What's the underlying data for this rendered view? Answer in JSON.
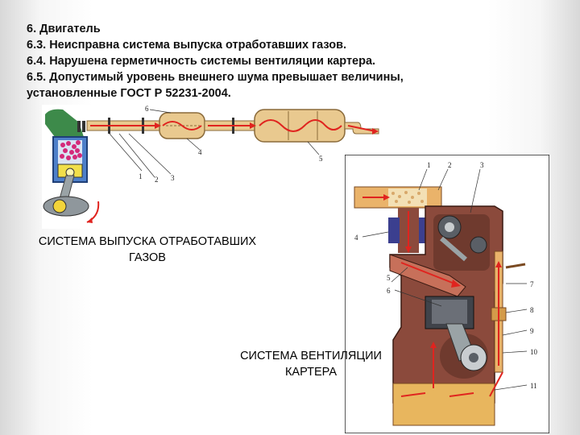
{
  "heading": {
    "title": "6. Двигатель",
    "items": [
      "6.3. Неисправна система выпуска отработавших газов.",
      "6.4. Нарушена герметичность системы вентиляции картера.",
      "6.5. Допустимый уровень внешнего шума превышает величины,",
      "установленные ГОСТ Р 52231-2004."
    ]
  },
  "diagrams": {
    "exhaust": {
      "caption_line1": "СИСТЕМА ВЫПУСКА ОТРАБОТАВШИХ",
      "caption_line2": "ГАЗОВ",
      "callouts": [
        "1",
        "2",
        "3",
        "4",
        "5",
        "6"
      ]
    },
    "crankcase": {
      "caption_line1": "СИСТЕМА ВЕНТИЛЯЦИИ",
      "caption_line2": "КАРТЕРА",
      "callouts": [
        "1",
        "2",
        "3",
        "4",
        "5",
        "6",
        "7",
        "8",
        "9",
        "10",
        "11"
      ]
    }
  },
  "colors": {
    "pipe": "#e9c98f",
    "flow_arrow": "#e0241f",
    "engine_body": "#8b4a3c",
    "oil": "#e8b65e",
    "filter": "#3b3f8f",
    "head_green": "#3d8a4a",
    "cylinder_blue": "#4d7fc9"
  }
}
